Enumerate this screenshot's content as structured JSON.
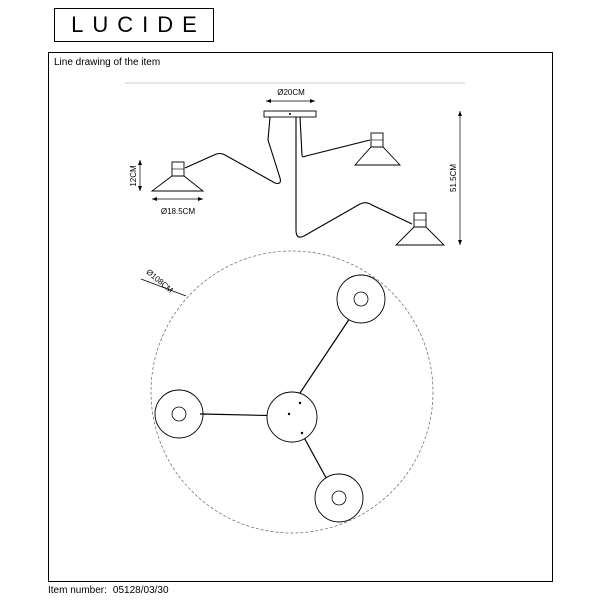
{
  "header": {
    "brand": "LUCIDE"
  },
  "panel": {
    "title": "Line drawing of the item"
  },
  "dimensions": {
    "canopy_width": "Ø20CM",
    "shade_height": "12CM",
    "shade_diameter": "Ø18.5CM",
    "total_height": "51.5CM",
    "span_diameter": "Ø108CM"
  },
  "footer": {
    "label": "Item number:",
    "value": "05128/03/30"
  }
}
